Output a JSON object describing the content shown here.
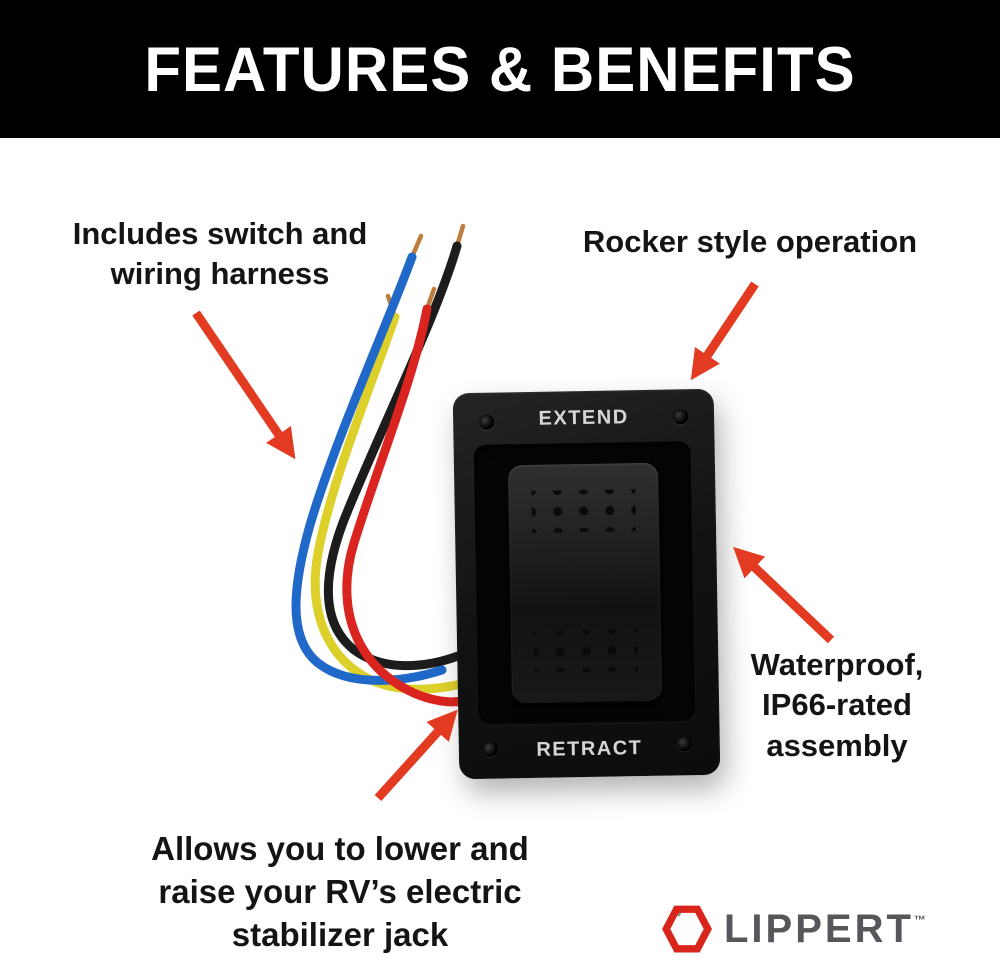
{
  "banner": {
    "title": "FEATURES & BENEFITS"
  },
  "callouts": {
    "switch_harness": "Includes switch and wiring harness",
    "rocker": "Rocker style operation",
    "waterproof": "Waterproof, IP66-rated assembly",
    "stabilizer": "Allows you to lower and raise your RV’s electric stabilizer jack"
  },
  "panel": {
    "extend": "EXTEND",
    "retract": "RETRACT"
  },
  "logo": {
    "brand": "LIPPERT",
    "trademark": "™"
  },
  "icons": {
    "lippert-mark": "red hexagon emblem with gray accent"
  },
  "colors": {
    "banner_bg": "#000000",
    "banner_fg": "#ffffff",
    "arrow": "#e23b21",
    "wire_blue": "#2069c8",
    "wire_yellow": "#ddd02a",
    "wire_black": "#1c1c1c",
    "wire_red": "#da2420",
    "wire_copper": "#bf7c3f",
    "panel_body": "#141414",
    "logo_red": "#d9261c",
    "logo_gray": "#8a8d8f",
    "logo_text": "#55575b"
  }
}
